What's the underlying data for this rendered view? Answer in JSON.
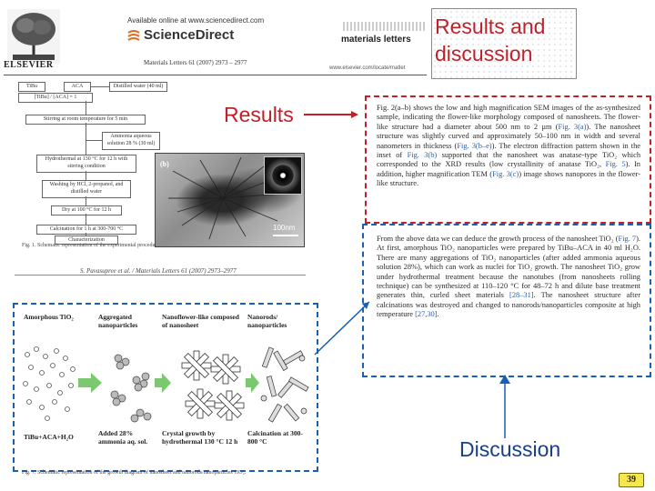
{
  "header": {
    "publisher": "ELSEVIER",
    "available_online": "Available online at www.sciencedirect.com",
    "sciencedirect": "ScienceDirect",
    "journal_ref": "Materials Letters 61 (2007) 2973 – 2977",
    "journal_title": "materials letters",
    "journal_url": "www.elsevier.com/locate/matlet"
  },
  "callout_title": "Results and discussion",
  "results_label": "Results",
  "discussion_label": "Discussion",
  "flowchart": {
    "reagent_a": "TiBu",
    "reagent_b": "ACA",
    "ratio": "[TiBu] / [ACA] = 1",
    "solvent": "Distilled water (40 ml)",
    "steps": [
      "Stirring at room temperature for 5 min",
      "Ammonia aqueous solution 28 % (30 ml)",
      "Hydrothermal at 130 °C for 12 h with stirring condition",
      "Washing by HCl, 2-propanol, and distilled water",
      "Dry at 100 °C for 12 h",
      "Calcination for 1 h at 300-700 °C",
      "Characterization"
    ],
    "caption": "Fig. 1. Schematic representation of the experimental procedure."
  },
  "tem": {
    "panel_label": "(b)",
    "scale": "100nm"
  },
  "authors_line": "S. Pavasupree et al. / Materials Letters 61 (2007) 2973–2977",
  "paragraph_results": {
    "p1": "Fig. 2(a–b) shows the low and high magnification SEM images of the as-synthesized sample, indicating the flower-like morphology composed of nanosheets. The flower-like structure had a diameter about 500 nm to 2 µm (",
    "c1": "Fig. 3(a)",
    "p2": "). The nanosheet structure was slightly curved and approximately 50–100 nm in width and several nanometers in thickness (",
    "c2": "Fig. 3(b–e)",
    "p3": "). The electron diffraction pattern shown in the inset of ",
    "c3": "Fig. 3(b)",
    "p4": " supported that the nanosheet was anatase-type TiO₂ which corresponded to the XRD results (low crystallinity of anatase TiO₂, ",
    "c4": "Fig. 5",
    "p5": "). In addition, higher magnification TEM (",
    "c5": "Fig. 3(c)",
    "p6": ") image shows nanopores in the flower-like structure."
  },
  "paragraph_discussion": {
    "p1": "From the above data we can deduce the growth process of the nanosheet TiO₂ (",
    "c1": "Fig. 7",
    "p2": "). At first, amorphous TiO₂ nanoparticles were prepared by TiBu–ACA in 40 ml H₂O. There are many aggregations of TiO₂ nanoparticles (after added ammonia aqueous solution 28%), which can work as nuclei for TiO₂ growth. The nanosheet TiO₂ grow under hydrothermal treatment because the nanotubes (from nanosheets rolling technique) can be synthesized at 110–120 °C for 48–72 h and dilute base treatment generates thin, curled sheet materials ",
    "c2": "[28–31]",
    "p3": ". The nanosheet structure after calcinations was destroyed and changed to nanorods/nanoparticles composite at high temperature ",
    "c3": "[27,30]",
    "p4": "."
  },
  "growth_diagram": {
    "stages": [
      "Amorphous TiO₂",
      "Aggregated nanoparticles",
      "Nanoflower-like composed of nanosheet",
      "Nanorods/ nanoparticles"
    ],
    "captions": [
      "TiBu+ACA+H₂O",
      "Added 28% ammonia aq. sol.",
      "Crystal growth by hydrothermal 130 °C 12 h",
      "Calcination at 300-800 °C"
    ],
    "caption": "Fig. 7. Schematic representation of the growth diagram of nanosheet and nanorods/nanoparticles TiO₂."
  },
  "page_number": "39",
  "colors": {
    "results_red": "#c0202a",
    "discussion_blue": "#1a5fb4",
    "arrow_green": "#7bc96f",
    "badge_yellow": "#f5e64a"
  }
}
